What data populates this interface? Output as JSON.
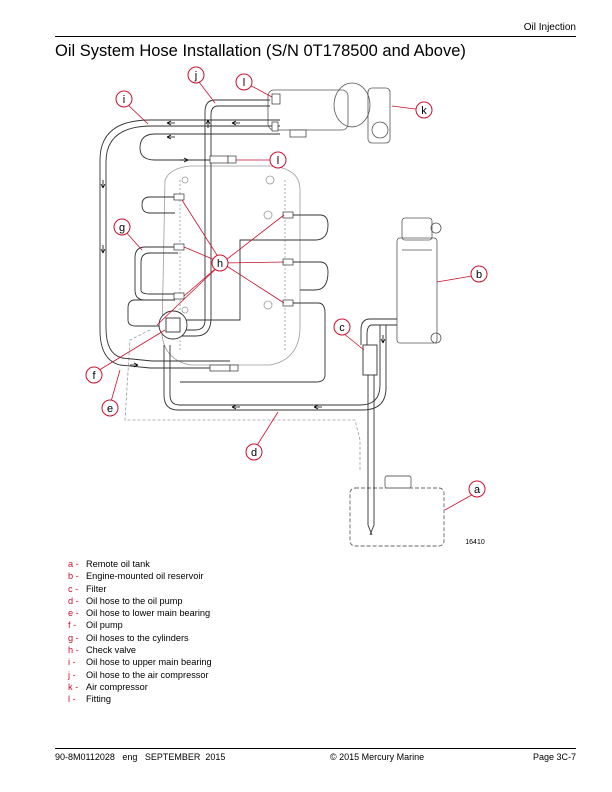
{
  "header": {
    "section": "Oil Injection"
  },
  "title": "Oil System Hose Installation (S/N 0T178500 and Above)",
  "figure": {
    "number": "16410",
    "callouts": [
      "a",
      "b",
      "c",
      "d",
      "e",
      "f",
      "g",
      "h",
      "i",
      "j",
      "k",
      "l",
      "l"
    ]
  },
  "legend": [
    {
      "key": "a -",
      "text": "Remote oil tank"
    },
    {
      "key": "b -",
      "text": "Engine-mounted oil reservoir"
    },
    {
      "key": "c -",
      "text": "Filter"
    },
    {
      "key": "d -",
      "text": "Oil hose to the oil pump"
    },
    {
      "key": "e -",
      "text": "Oil hose to lower main bearing"
    },
    {
      "key": "f -",
      "text": "Oil pump"
    },
    {
      "key": "g -",
      "text": "Oil hoses to the cylinders"
    },
    {
      "key": "h -",
      "text": "Check valve"
    },
    {
      "key": "i -",
      "text": "Oil hose to upper main bearing"
    },
    {
      "key": "j -",
      "text": "Oil hose to the air compressor"
    },
    {
      "key": "k -",
      "text": "Air compressor"
    },
    {
      "key": "l -",
      "text": "Fitting"
    }
  ],
  "footer": {
    "left": "90-8M0112028   eng   SEPTEMBER  2015",
    "center": "© 2015 Mercury Marine",
    "right": "Page 3C-7"
  },
  "colors": {
    "accent": "#c8102e",
    "hose": "#333333",
    "engine_outline": "#9a9a9a"
  }
}
